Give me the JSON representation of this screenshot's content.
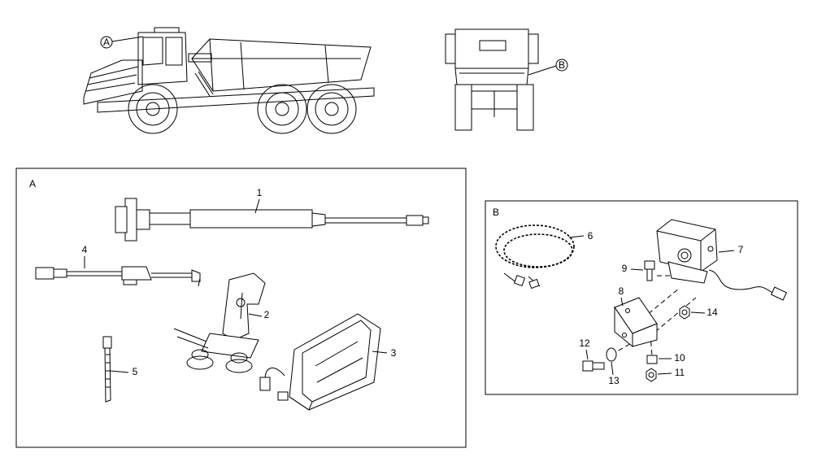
{
  "callouts": {
    "a": "A",
    "b": "B"
  },
  "panels": {
    "a": {
      "label": "A"
    },
    "b": {
      "label": "B"
    }
  },
  "parts": {
    "p1": "1",
    "p2": "2",
    "p3": "3",
    "p4": "4",
    "p5": "5",
    "p6": "6",
    "p7": "7",
    "p8": "8",
    "p9": "9",
    "p10": "10",
    "p11": "11",
    "p12": "12",
    "p13": "13",
    "p14": "14"
  }
}
